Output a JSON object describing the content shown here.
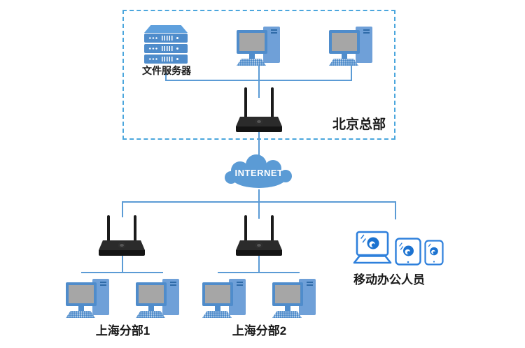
{
  "labels": {
    "headquarters": "北京总部",
    "file_server": "文件服务器",
    "internet": "INTERNET",
    "branch1": "上海分部1",
    "branch2": "上海分部2",
    "mobile_users": "移动办公人员"
  },
  "colors": {
    "connector_line": "#5B9BD5",
    "cloud_fill": "#5B9BD5",
    "hq_dashed_border": "#4BA6DD",
    "device_blue": "#4F8CCB",
    "tower_blue": "#6FA0D8",
    "screen_gray": "#A6A6A6",
    "router_black": "#1E1E1E",
    "mobile_outline_blue": "#2E80DC",
    "app_logo_blue": "#1B72D0",
    "label_text": "#1A1A1A"
  },
  "topology": {
    "nodes": [
      {
        "id": "file-server",
        "type": "server",
        "label": "文件服务器",
        "site": "北京总部"
      },
      {
        "id": "hq-pc-1",
        "type": "desktop",
        "site": "北京总部"
      },
      {
        "id": "hq-pc-2",
        "type": "desktop",
        "site": "北京总部"
      },
      {
        "id": "hq-router",
        "type": "router",
        "site": "北京总部"
      },
      {
        "id": "internet",
        "type": "cloud",
        "label": "INTERNET"
      },
      {
        "id": "branch1-router",
        "type": "router",
        "site": "上海分部1"
      },
      {
        "id": "branch1-pc-1",
        "type": "desktop",
        "site": "上海分部1"
      },
      {
        "id": "branch1-pc-2",
        "type": "desktop",
        "site": "上海分部1"
      },
      {
        "id": "branch2-router",
        "type": "router",
        "site": "上海分部2"
      },
      {
        "id": "branch2-pc-1",
        "type": "desktop",
        "site": "上海分部2"
      },
      {
        "id": "branch2-pc-2",
        "type": "desktop",
        "site": "上海分部2"
      },
      {
        "id": "mobile-laptop",
        "type": "laptop",
        "site": "移动办公人员"
      },
      {
        "id": "mobile-tablet",
        "type": "tablet",
        "site": "移动办公人员"
      },
      {
        "id": "mobile-phone",
        "type": "smartphone",
        "site": "移动办公人员"
      }
    ],
    "edges": [
      [
        "file-server",
        "hq-router"
      ],
      [
        "hq-pc-1",
        "hq-router"
      ],
      [
        "hq-pc-2",
        "hq-router"
      ],
      [
        "hq-router",
        "internet"
      ],
      [
        "internet",
        "branch1-router"
      ],
      [
        "internet",
        "branch2-router"
      ],
      [
        "internet",
        "mobile-devices"
      ],
      [
        "branch1-router",
        "branch1-pc-1"
      ],
      [
        "branch1-router",
        "branch1-pc-2"
      ],
      [
        "branch2-router",
        "branch2-pc-1"
      ],
      [
        "branch2-router",
        "branch2-pc-2"
      ]
    ]
  }
}
